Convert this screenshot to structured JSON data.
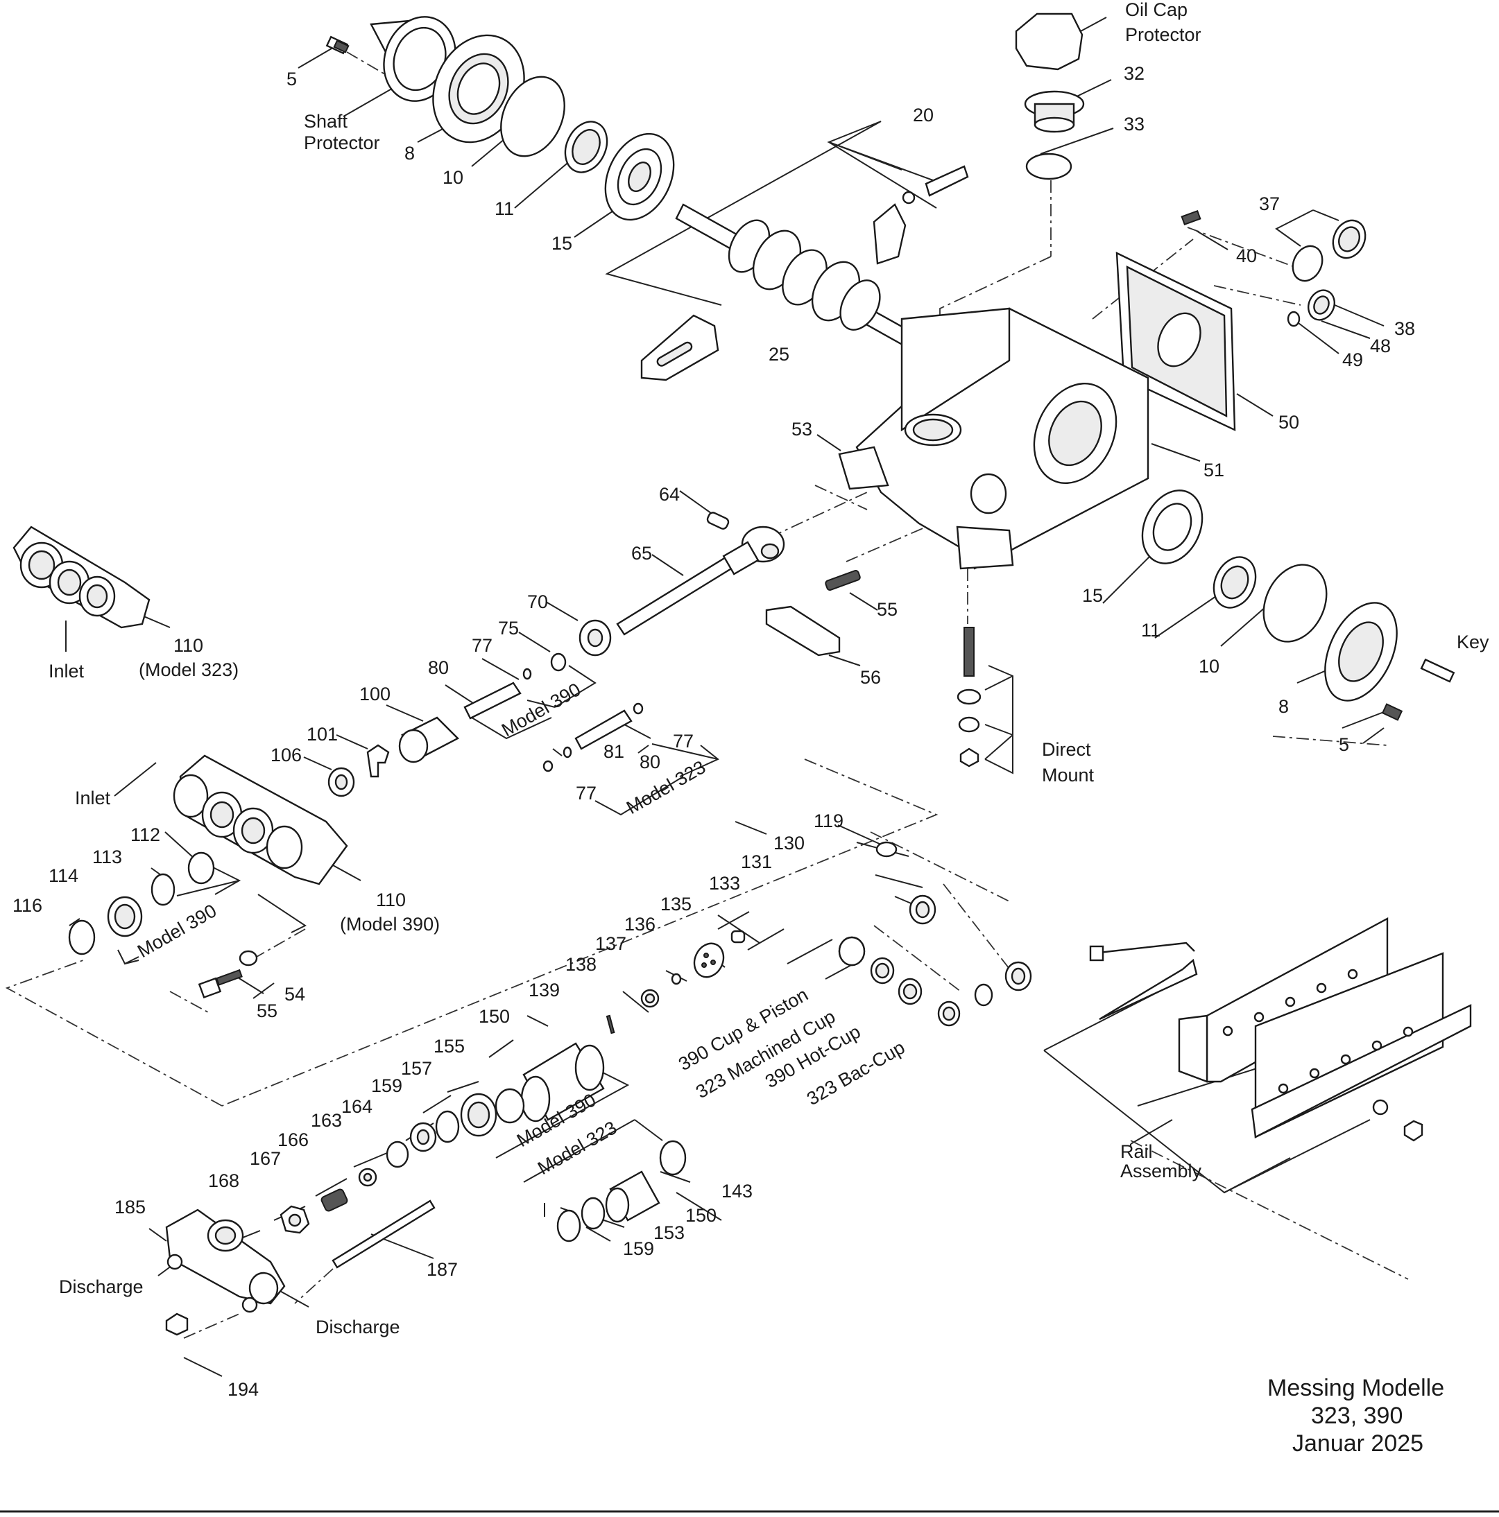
{
  "title": {
    "line1": "Messing Modelle",
    "line2": "323, 390",
    "line3": "Januar 2025"
  },
  "labels": {
    "l5a": "5",
    "shaft1": "Shaft",
    "shaft2": "Protector",
    "l8a": "8",
    "l10a": "10",
    "l11a": "11",
    "l15a": "15",
    "l20": "20",
    "l25": "25",
    "oil1": "Oil Cap",
    "oil2": "Protector",
    "l32": "32",
    "l33": "33",
    "l37": "37",
    "l40": "40",
    "l38": "38",
    "l48": "48",
    "l49": "49",
    "l50": "50",
    "l51": "51",
    "l53": "53",
    "l64": "64",
    "l65": "65",
    "l55a": "55",
    "l56": "56",
    "l70": "70",
    "l75": "75",
    "l77a": "77",
    "l80a": "80",
    "m390a": "Model 390",
    "l100": "100",
    "l101": "101",
    "l106": "106",
    "l77b": "77",
    "l80b": "80",
    "l81": "81",
    "l77c": "77",
    "m323a": "Model 323",
    "inletA": "Inlet",
    "l110a": "110",
    "m323b": "(Model 323)",
    "inletB": "Inlet",
    "l110b": "110",
    "m390b": "(Model 390)",
    "l112": "112",
    "l113": "113",
    "l114": "114",
    "l116": "116",
    "m390c": "Model 390",
    "l54": "54",
    "l55b": "55",
    "l15b": "15",
    "l11b": "11",
    "l10b": "10",
    "l8b": "8",
    "l5b": "5",
    "key": "Key",
    "dm1": "Direct",
    "dm2": "Mount",
    "l119": "119",
    "l130": "130",
    "l131": "131",
    "l133": "133",
    "l135": "135",
    "l136": "136",
    "l137": "137",
    "l138": "138",
    "l139": "139",
    "cup1": "390 Cup & Piston",
    "cup2": "323 Machined Cup",
    "cup3": "390 Hot-Cup",
    "cup4": "323 Bac-Cup",
    "l150a": "150",
    "l155": "155",
    "l157": "157",
    "l159a": "159",
    "l164": "164",
    "l163": "163",
    "l166": "166",
    "l167": "167",
    "l168": "168",
    "l185": "185",
    "m390d": "Model 390",
    "m323c": "Model 323",
    "l143": "143",
    "l150b": "150",
    "l153": "153",
    "l159b": "159",
    "l187": "187",
    "disA": "Discharge",
    "disB": "Discharge",
    "l194": "194",
    "rail1": "Rail",
    "rail2": "Assembly"
  }
}
